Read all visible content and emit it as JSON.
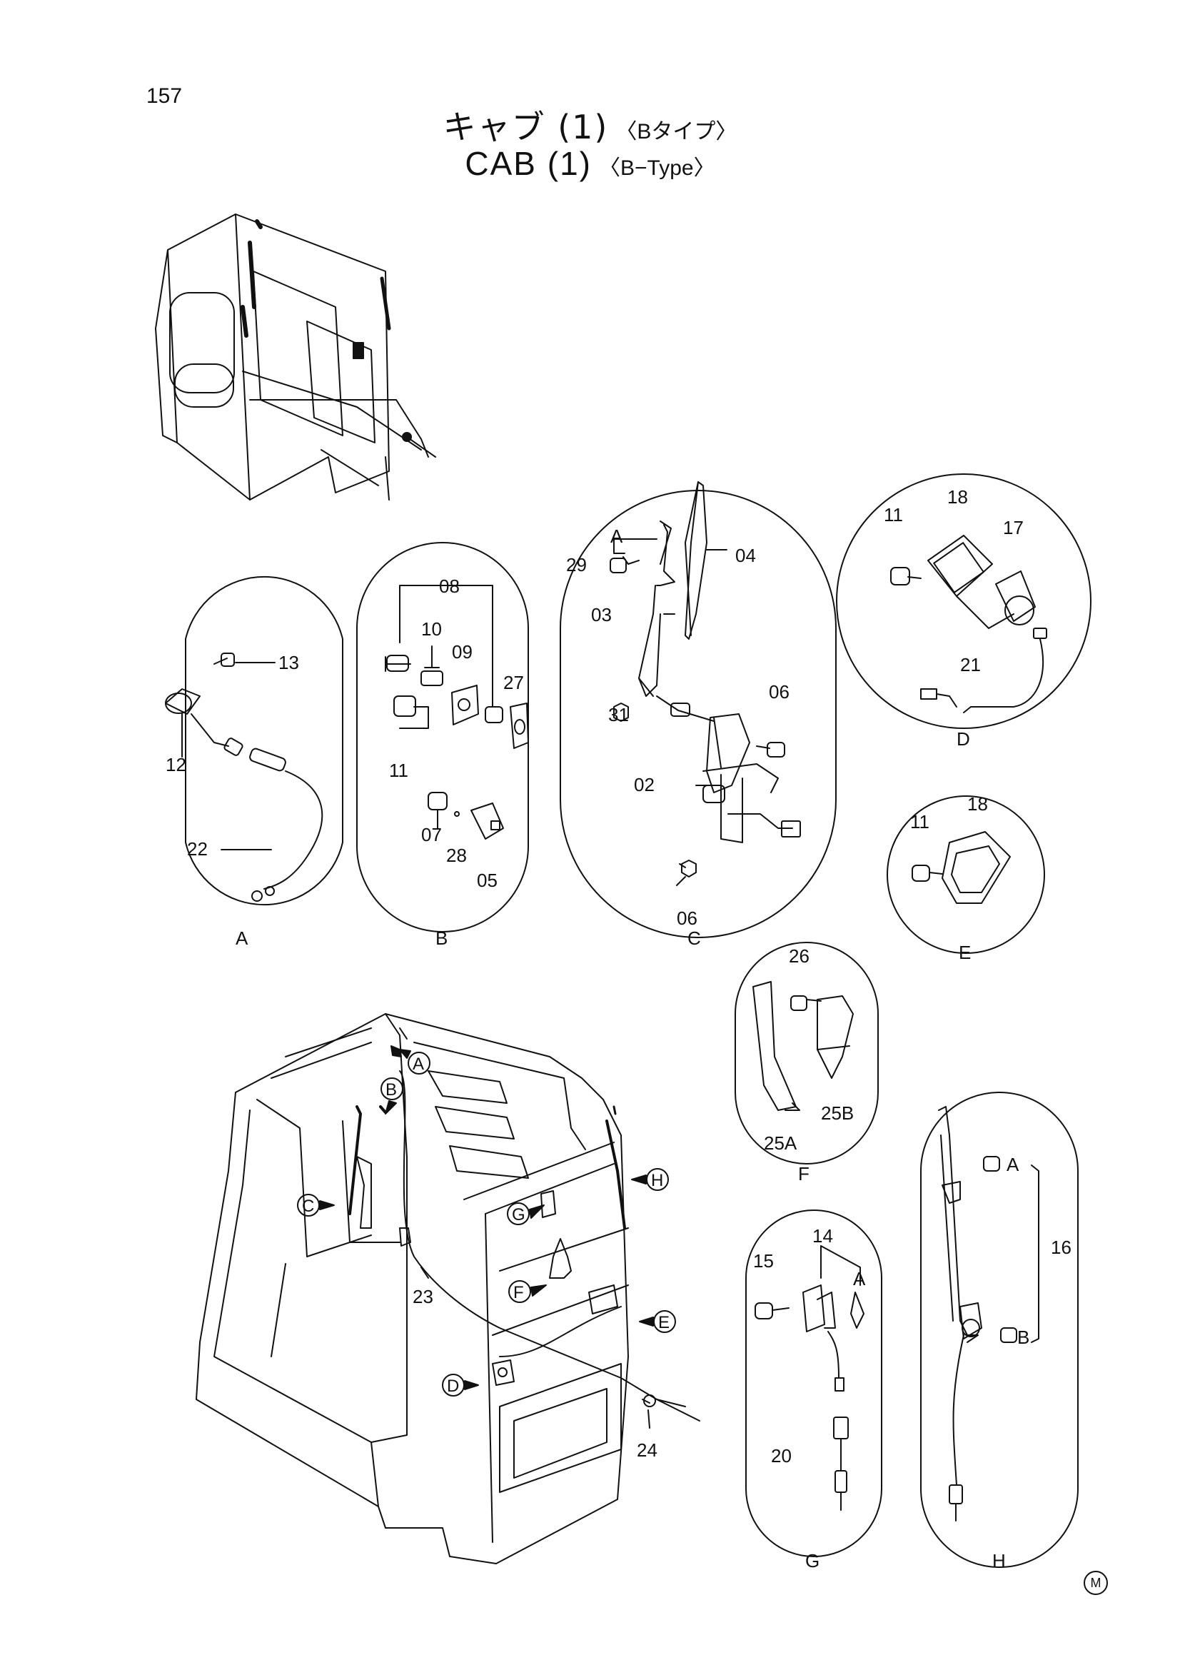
{
  "page": {
    "number": "157",
    "mark": "M"
  },
  "title": {
    "ja_main": "キャブ (1)",
    "ja_sub": "〈Bタイプ〉",
    "en_main": "CAB (1)",
    "en_sub": "〈B−Type〉"
  },
  "callouts": {
    "p13": "13",
    "p12": "12",
    "p22": "22",
    "p08": "08",
    "p10": "10",
    "p09": "09",
    "p27": "27",
    "p11b": "11",
    "p07": "07",
    "p28": "28",
    "p05": "05",
    "p29": "29",
    "pA_c": "A",
    "p04": "04",
    "p03": "03",
    "p31": "31",
    "p06a": "06",
    "p02": "02",
    "p06b": "06",
    "p11d": "11",
    "p18d": "18",
    "p17": "17",
    "p21": "21",
    "p11e": "11",
    "p18e": "18",
    "p26": "26",
    "p25B": "25B",
    "p25A": "25A",
    "p14": "14",
    "p15": "15",
    "pA_g": "A",
    "p20": "20",
    "p16": "16",
    "pA_h": "A",
    "pB_h": "B",
    "p23": "23",
    "p24": "24"
  },
  "detail_labels": {
    "A": "A",
    "B": "B",
    "C": "C",
    "D": "D",
    "E": "E",
    "F": "F",
    "G": "G",
    "H": "H"
  },
  "cab_markers": {
    "A": "A",
    "B": "B",
    "C": "C",
    "D": "D",
    "E": "E",
    "F": "F",
    "G": "G",
    "H": "H"
  }
}
